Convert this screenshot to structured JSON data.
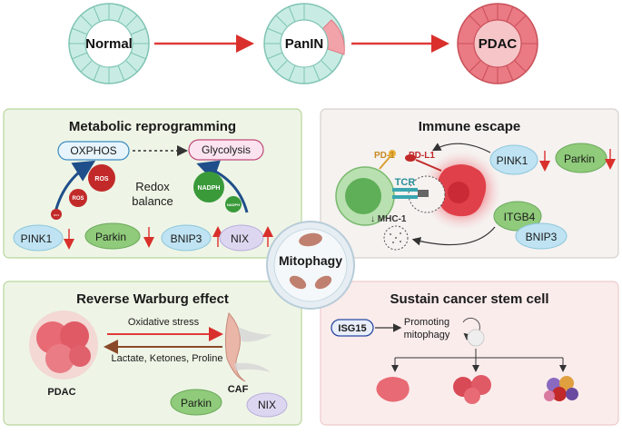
{
  "progression": {
    "stage1": "Normal",
    "stage2": "PanIN",
    "stage3": "PDAC"
  },
  "metabolic": {
    "title": "Metabolic  reprogramming",
    "oxphos": "OXPHOS",
    "glycolysis": "Glycolysis",
    "redox1": "Redox",
    "redox2": "balance",
    "ros_big": "ROS",
    "ros_mid": "ROS",
    "ros_small": "ROS",
    "nadph_big": "NADPH",
    "nadph_small": "NADPH",
    "pink1": "PINK1",
    "parkin": "Parkin",
    "bnip3": "BNIP3",
    "nix": "NIX"
  },
  "immune": {
    "title": "Immune escape",
    "pd1": "PD-1",
    "pdl1": "PD-L1",
    "tcr": "TCR",
    "mhc": "↓ MHC-1",
    "pink1": "PINK1",
    "parkin": "Parkin",
    "itgb4": "ITGB4",
    "bnip3": "BNIP3"
  },
  "center": {
    "label": "Mitophagy"
  },
  "warburg": {
    "title": "Reverse Warburg effect",
    "oxidative": "Oxidative stress",
    "lactate": "Lactate, Ketones, Proline",
    "pdac": "PDAC",
    "caf": "CAF",
    "parkin": "Parkin",
    "nix": "NIX"
  },
  "stem": {
    "title": "Sustain cancer stem cell",
    "isg15": "ISG15",
    "promoting1": "Promoting",
    "promoting2": "mitophagy"
  },
  "colors": {
    "green_panel": "#eef5e6",
    "green_border": "#b9d59c",
    "grey_panel": "#f5f2f0",
    "pink_panel": "#fbecec",
    "red_arrow": "#e03a3a",
    "pdac_red": "#e8707a"
  }
}
